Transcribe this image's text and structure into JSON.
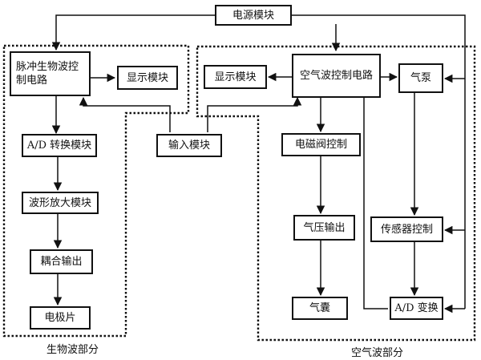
{
  "nodes": {
    "power": "电源模块",
    "pulse_ctrl": "脉冲生物波控制电路",
    "display_left": "显示模块",
    "display_right": "显示模块",
    "air_ctrl": "空气波控制电路",
    "air_pump": "气泵",
    "ad_convert_left": "A/D 转换模块",
    "input": "输入模块",
    "solenoid": "电磁阀控制",
    "waveform_amp": "波形放大模块",
    "pressure_out": "气压输出",
    "sensor_ctrl": "传感器控制",
    "coupling_out": "耦合输出",
    "airbag": "气囊",
    "ad_convert_right": "A/D 变换",
    "electrode": "电极片"
  },
  "sections": {
    "bio": "生物波部分",
    "air": "空气波部分"
  }
}
